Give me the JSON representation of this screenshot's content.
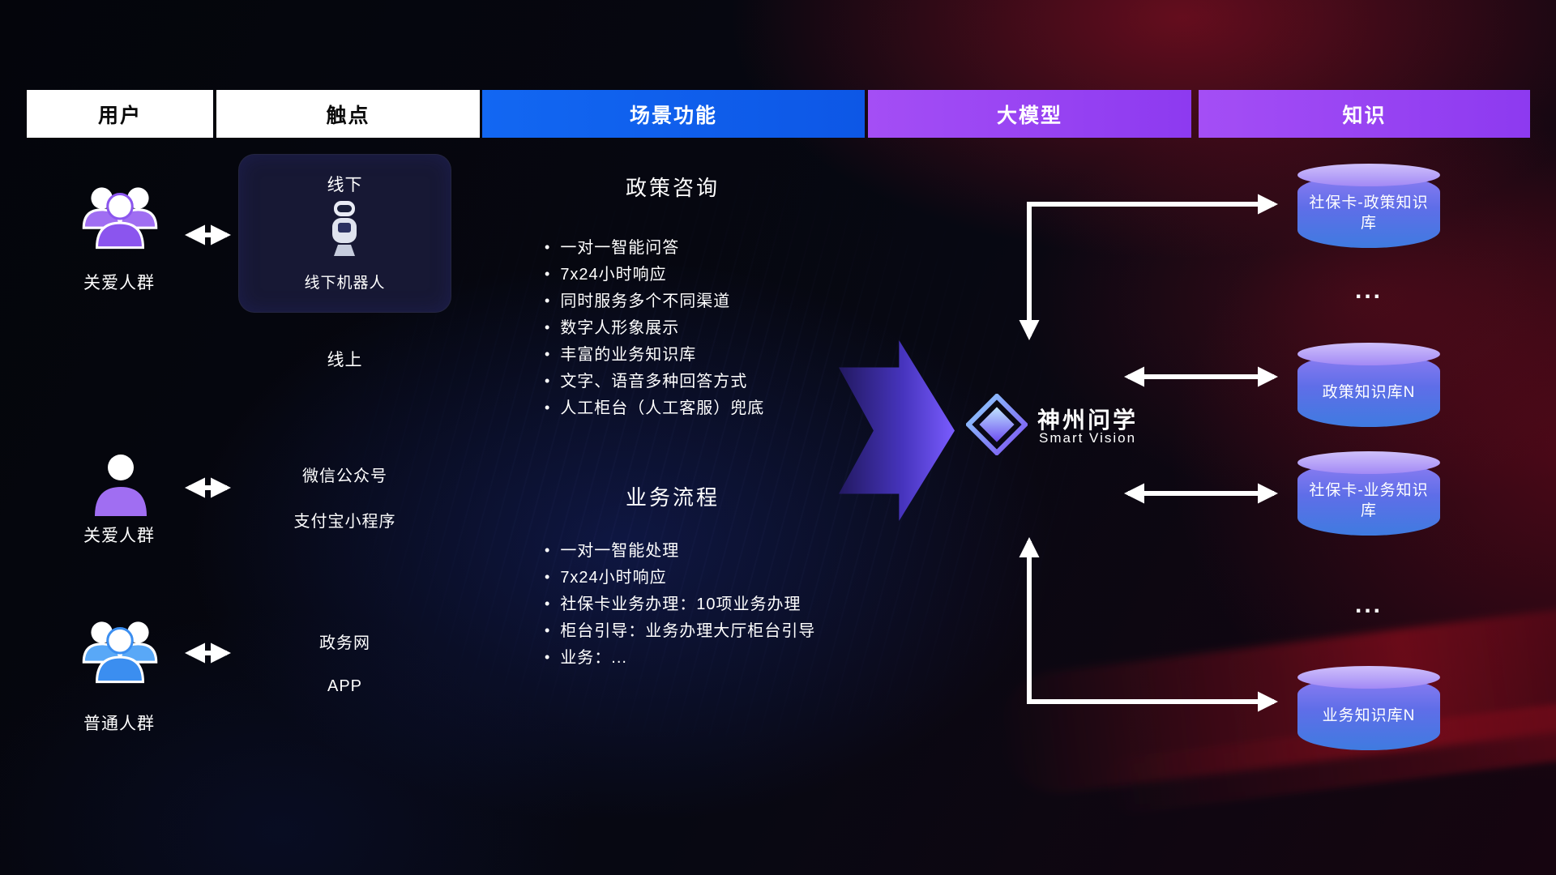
{
  "header": {
    "columns": [
      {
        "label": "用户"
      },
      {
        "label": "触点"
      },
      {
        "label": "场景功能"
      },
      {
        "label": "大模型"
      },
      {
        "label": "知识"
      }
    ]
  },
  "users": [
    {
      "label": "关爱人群"
    },
    {
      "label": "关爱人群"
    },
    {
      "label": "普通人群"
    }
  ],
  "touchpoints": {
    "offline": {
      "title": "线下",
      "device": "线下机器人"
    },
    "online": {
      "title": "线上",
      "channels": [
        "微信公众号",
        "支付宝小程序",
        "政务网",
        "APP"
      ]
    }
  },
  "scenes": [
    {
      "title": "政策咨询",
      "items": [
        "一对一智能问答",
        "7x24小时响应",
        "同时服务多个不同渠道",
        "数字人形象展示",
        "丰富的业务知识库",
        "文字、语音多种回答方式",
        "人工柜台（人工客服）兜底"
      ]
    },
    {
      "title": "业务流程",
      "items": [
        "一对一智能处理",
        "7x24小时响应",
        "社保卡业务办理：10项业务办理",
        "柜台引导：业务办理大厅柜台引导",
        "业务：..."
      ]
    }
  ],
  "model": {
    "name": "神州问学",
    "subtitle": "Smart Vision"
  },
  "knowledge": {
    "items": [
      "社保卡-政策知识库",
      "...",
      "政策知识库N",
      "社保卡-业务知识库",
      "...",
      "业务知识库N"
    ]
  },
  "colors": {
    "scene_header_blue": "#1267f2",
    "model_header_purple": "#9d44f2",
    "cylinder_top": "#b9a2f8",
    "cylinder_body": "#4a77e8",
    "big_arrow_purple": "#6d4df0",
    "user_icon_purple": "#a06ef2",
    "user_icon_blue": "#59a8f7",
    "arrow_white": "#ffffff"
  }
}
